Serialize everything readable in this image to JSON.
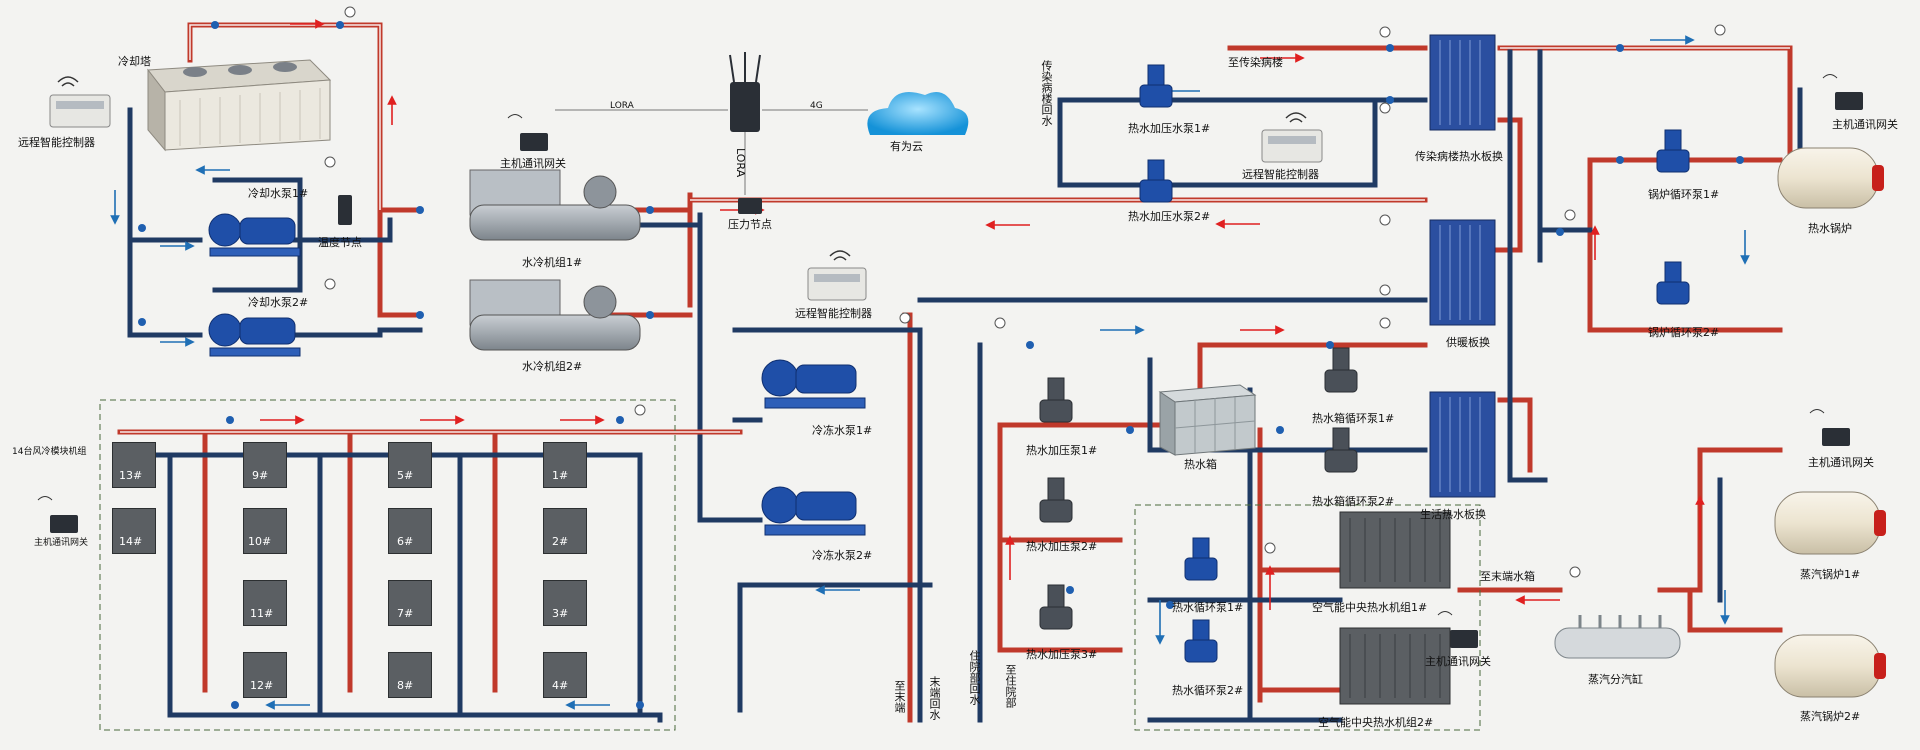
{
  "labels": {
    "cooling_tower": "冷却塔",
    "remote_controller_left": "远程智能控制器",
    "cooling_pump_1": "冷却水泵1#",
    "cooling_pump_2": "冷却水泵2#",
    "temp_node": "温度节点",
    "gateway_top": "主机通讯网关",
    "chiller_1": "水冷机组1#",
    "chiller_2": "水冷机组2#",
    "lora": "LORA",
    "fourg": "4G",
    "cloud": "有为云",
    "lora_vertical": "LORA",
    "pressure_node": "压力节点",
    "remote_controller_mid": "远程智能控制器",
    "chilled_pump_1": "冷冻水泵1#",
    "chilled_pump_2": "冷冻水泵2#",
    "air_units_input": "14台风冷模块机组",
    "gateway_left": "主机通讯网关",
    "to_infectious_bldg": "至传染病楼",
    "infectious_return": "传染病楼回水",
    "hot_pump_a1": "热水加压水泵1#",
    "hot_pump_a2": "热水加压水泵2#",
    "remote_controller_right": "远程智能控制器",
    "infectious_hx": "传染病楼热水板换",
    "heating_hx": "供暖板换",
    "domestic_hx": "生活热水板换",
    "boiler_pump_1": "锅炉循环泵1#",
    "boiler_pump_2": "锅炉循环泵2#",
    "gateway_right_top": "主机通讯网关",
    "hot_boiler": "热水锅炉",
    "hot_tank": "热水箱",
    "booster_1": "热水加压泵1#",
    "booster_2": "热水加压泵2#",
    "booster_3": "热水加压泵3#",
    "tank_circ_1": "热水箱循环泵1#",
    "tank_circ_2": "热水箱循环泵2#",
    "circ_pump_1": "热水循环泵1#",
    "circ_pump_2": "热水循环泵2#",
    "air_heat_1": "空气能中央热水机组1#",
    "air_heat_2": "空气能中央热水机组2#",
    "gateway_bottom": "主机通讯网关",
    "to_end_tank": "至末端水箱",
    "steam_header": "蒸汽分汽缸",
    "gateway_right_mid": "主机通讯网关",
    "steam_boiler_1": "蒸汽锅炉1#",
    "steam_boiler_2": "蒸汽锅炉2#",
    "to_end": "至末端",
    "end_return": "末端回水",
    "inpatient_return": "住院部回水",
    "to_inpatient": "至住院部"
  },
  "modules": [
    "13#",
    "9#",
    "5#",
    "1#",
    "14#",
    "10#",
    "6#",
    "2#",
    "11#",
    "7#",
    "3#",
    "12#",
    "8#",
    "4#"
  ],
  "colors": {
    "supply": "#c0392b",
    "return": "#1f3a63",
    "pipe_fill": "#ffffff",
    "arrow_red": "#e02020",
    "arrow_blue": "#1f6fb5",
    "equipment": "#1f4fa8"
  }
}
